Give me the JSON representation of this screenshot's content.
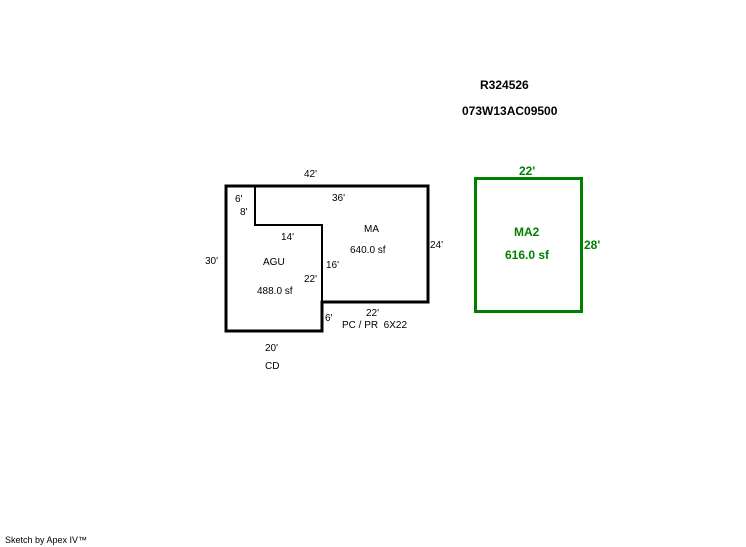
{
  "header": {
    "parcel_id": "R324526",
    "map_number": "073W13AC09500"
  },
  "colors": {
    "outline": "#000000",
    "ma2": "#008000"
  },
  "sketch": {
    "overall_top": "42'",
    "overall_left": "30'",
    "ma": {
      "label": "MA",
      "area": "640.0 sf",
      "top": "36'",
      "right": "24'",
      "bottom": "22'",
      "inner_left": "16'"
    },
    "agu": {
      "label": "AGU",
      "area": "488.0 sf",
      "notch_top": "6'",
      "notch_side": "8'",
      "inner_top": "14'",
      "right": "22'",
      "bottom": "20'",
      "step": "6'"
    },
    "porch_note": "PC / PR  6X22",
    "cd_note": "CD",
    "ma2": {
      "label": "MA2",
      "area": "616.0 sf",
      "top": "22'",
      "right": "28'"
    }
  },
  "footer": "Sketch by Apex IV™"
}
